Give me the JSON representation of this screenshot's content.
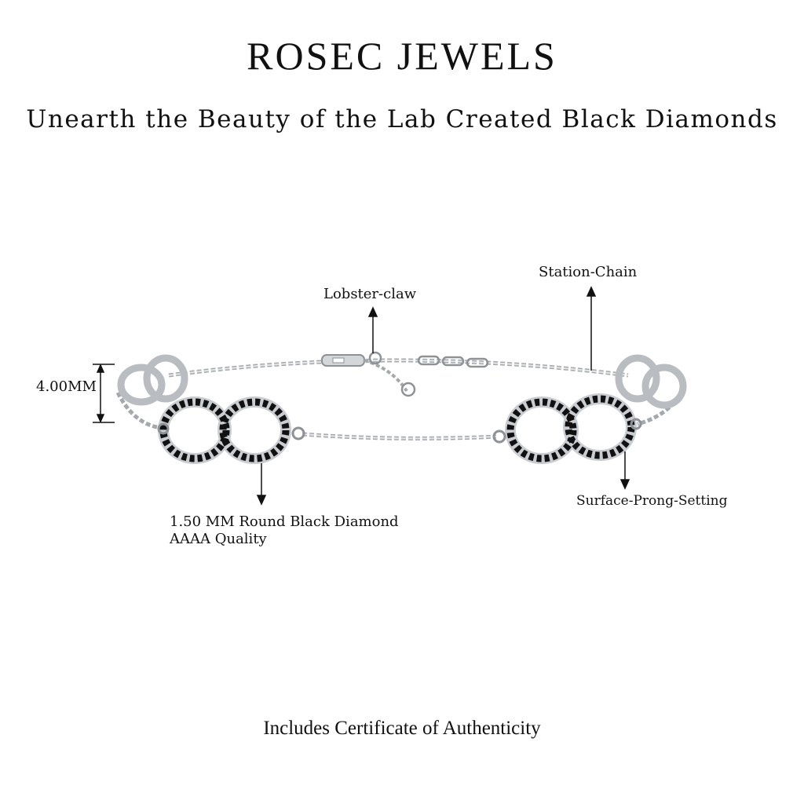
{
  "header": {
    "brand": "ROSEC JEWELS",
    "tagline": "Unearth the Beauty of the Lab Created Black Diamonds"
  },
  "callouts": {
    "lobster_claw": "Lobster-claw",
    "station_chain": "Station-Chain",
    "dimension": "4.00MM",
    "stone_line1": "1.50 MM Round Black Diamond",
    "stone_line2": "AAAA Quality",
    "setting": "Surface-Prong-Setting"
  },
  "footer": {
    "text": "Includes Certificate of Authenticity"
  },
  "colors": {
    "metal": "#c9ccd0",
    "metal_dark": "#8e9297",
    "stone": "#111111",
    "text": "#111111"
  }
}
